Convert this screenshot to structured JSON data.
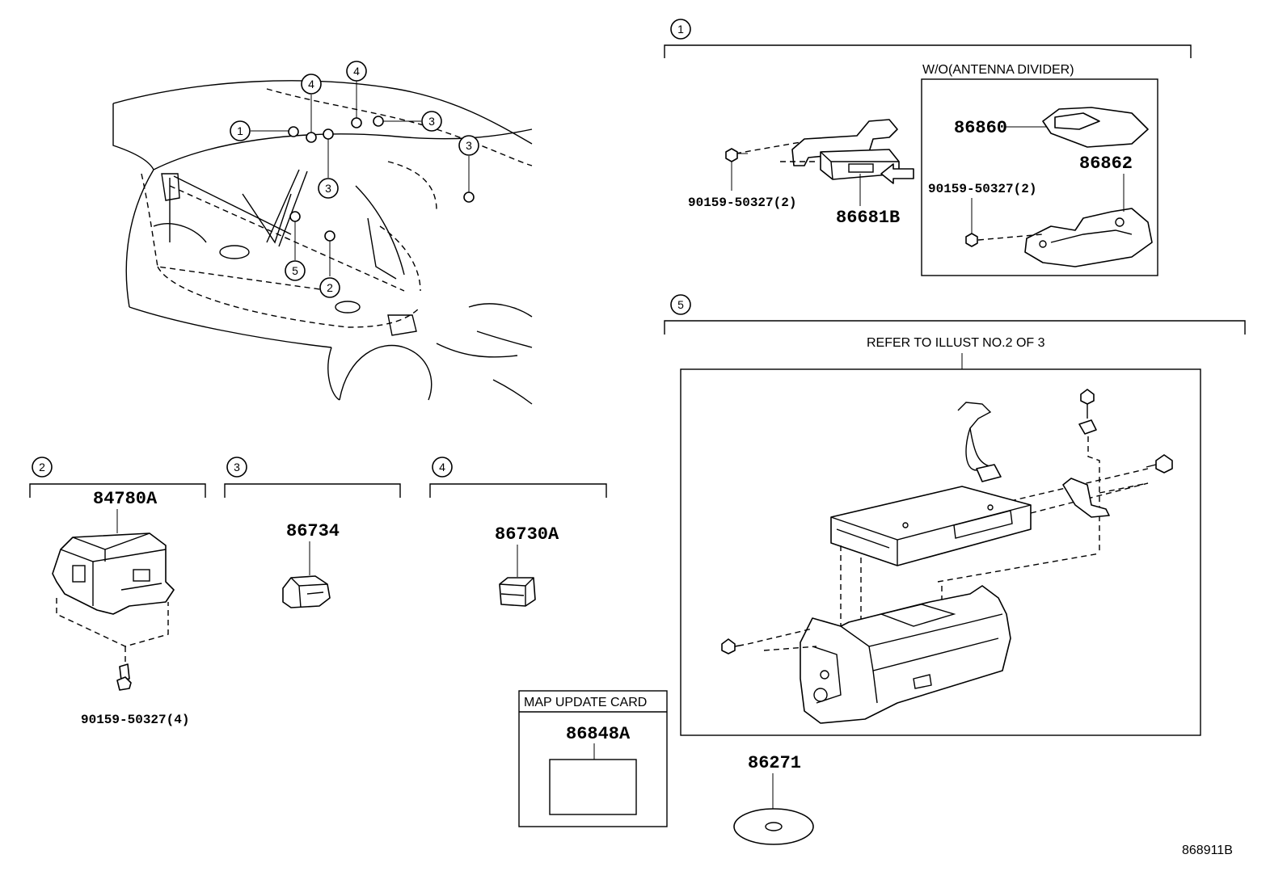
{
  "callouts": {
    "c1": "1",
    "c2": "2",
    "c3": "3",
    "c4": "4",
    "c5": "5"
  },
  "parts": {
    "p86681B": "86681B",
    "p86860": "86860",
    "p86862": "86862",
    "screw_g1": "90159-50327(2)",
    "screw_g1_box": "90159-50327(2)",
    "p84780A": "84780A",
    "screw_g2": "90159-50327(4)",
    "p86734": "86734",
    "p86730A": "86730A",
    "p86848A": "86848A",
    "p86271": "86271"
  },
  "labels": {
    "wo_antenna_divider": "W/O(ANTENNA DIVIDER)",
    "refer_to_illust": "REFER TO ILLUST NO.2 OF 3",
    "map_update_card": "MAP UPDATE CARD",
    "drawing_number": "868911B"
  }
}
